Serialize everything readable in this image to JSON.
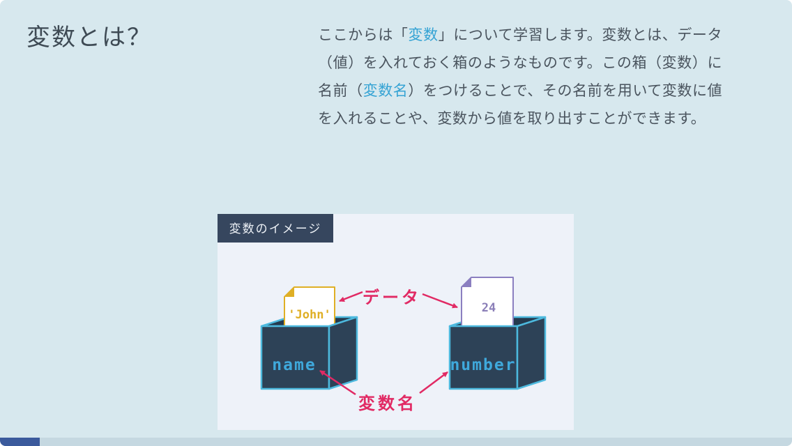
{
  "slide": {
    "title": "変数とは？",
    "paragraph": {
      "segments": [
        {
          "text": "ここからは「"
        },
        {
          "text": "変数",
          "link": true
        },
        {
          "text": "」について学習します。変数とは、データ（値）を入れておく箱のようなものです。この箱（変数）に名前（"
        },
        {
          "text": "変数名",
          "link": true
        },
        {
          "text": "）をつけることで、その名前を用いて変数に値を入れることや、変数から値を取り出すことができます。"
        }
      ]
    }
  },
  "diagram": {
    "header_label": "変数のイメージ",
    "data_label": "データ",
    "variable_name_label": "変数名",
    "left_item": {
      "paper_text": "'John'",
      "box_label": "name"
    },
    "right_item": {
      "paper_text": "24",
      "box_label": "number"
    }
  },
  "progress": {
    "percent": 5
  },
  "colors": {
    "page_background": "#d7e8ee",
    "diagram_background": "#eef2f9",
    "header_box": "#36465e",
    "box_fill": "#2d4257",
    "box_edge": "#4db9de",
    "box_label_text": "#3fa9dc",
    "accent_pink": "#e12a64",
    "paper_yellow": "#dfaf25",
    "paper_purple": "#8b7fc0",
    "link_blue": "#35a3d4",
    "body_text": "#4a545e",
    "title_text": "#3e4a54",
    "progress_fill": "#3b5a9c",
    "progress_track": "#c5d8e1"
  }
}
